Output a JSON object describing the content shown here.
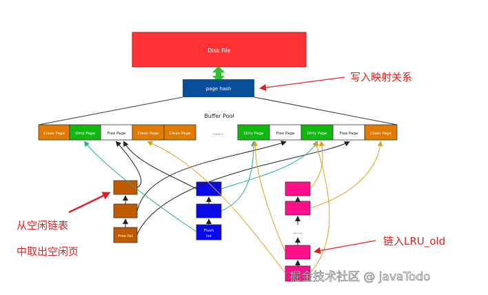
{
  "disk_file": {
    "label": "Disk File",
    "color": "#ff3333"
  },
  "page_hash": {
    "label": "page hash",
    "color": "#0b4f9c"
  },
  "buffer_pool": {
    "title": "Buffer Pool",
    "ellipsis": "……",
    "left_pages": [
      {
        "label": "Clean Page",
        "color": "#e07b00"
      },
      {
        "label": "Dirty Page",
        "color": "#11b80f"
      },
      {
        "label": "Free Page",
        "color": "#ffffff"
      },
      {
        "label": "Clean Page",
        "color": "#e07b00"
      },
      {
        "label": "Clean Page",
        "color": "#e07b00"
      }
    ],
    "right_pages": [
      {
        "label": "Dirty Page",
        "color": "#11b80f"
      },
      {
        "label": "Free Page",
        "color": "#ffffff"
      },
      {
        "label": "Dirty Page",
        "color": "#11b80f"
      },
      {
        "label": "Free Page",
        "color": "#ffffff"
      },
      {
        "label": "Clean Page",
        "color": "#e07b00"
      }
    ]
  },
  "free_list": {
    "label": "Free list",
    "color": "#c05a00"
  },
  "flush_list": {
    "label_line1": "Flush",
    "label_line2": "list",
    "color": "#0a0ae6"
  },
  "lru_list": {
    "ellipsis": "……",
    "color": "#ff0f8c"
  },
  "annotations": {
    "write_mapping": "写入映射关系",
    "from_free_line1": "从空闲链表",
    "from_free_line2": "中取出空闲页",
    "link_lru_old": "链入LRU_old"
  },
  "watermark": "掘金技术社区 @ javaTodo"
}
